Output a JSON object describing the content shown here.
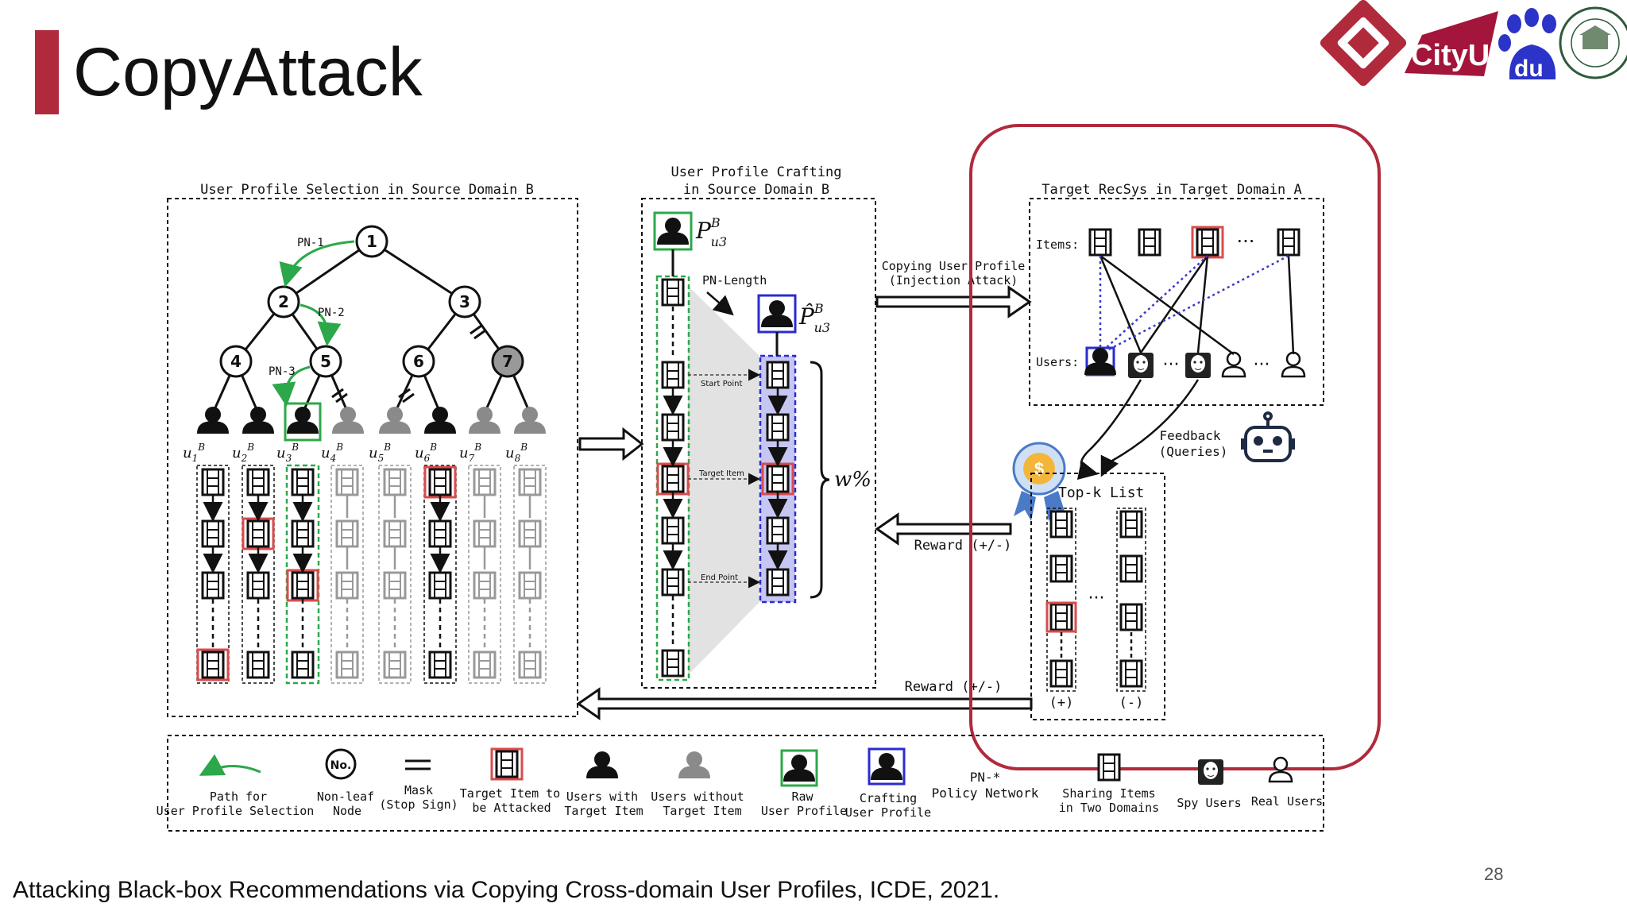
{
  "slide": {
    "title": "CopyAttack",
    "page_number": "28",
    "footer": "Attacking Black-box Recommendations via Copying Cross-domain User Profiles, ICDE, 2021."
  },
  "logos": [
    {
      "name": "polyu-logo",
      "color": "#b02a3c"
    },
    {
      "name": "cityu-logo",
      "text": "CityU",
      "color": "#a3153a"
    },
    {
      "name": "baidu-logo",
      "text": "du",
      "color": "#2b33c8"
    },
    {
      "name": "michigan-state-seal"
    }
  ],
  "colors": {
    "accent": "#b02a3c",
    "green": "#2ca84a",
    "blue": "#2b2bd0",
    "red": "#d94c4c",
    "gray": "#8a8a8a"
  },
  "panels": {
    "selection": {
      "title": "User Profile Selection in Source Domain B",
      "nodes": [
        "1",
        "2",
        "3",
        "4",
        "5",
        "6",
        "7"
      ],
      "pn_labels": [
        "PN-1",
        "PN-2",
        "PN-3"
      ],
      "users": [
        "u",
        "u",
        "u",
        "u",
        "u",
        "u",
        "u",
        "u"
      ],
      "user_subs": [
        "1",
        "2",
        "3",
        "4",
        "5",
        "6",
        "7",
        "8"
      ],
      "user_sup": "B"
    },
    "crafting": {
      "title_line1": "User Profile Crafting",
      "title_line2": "in Source Domain B",
      "raw_profile": "P",
      "crafted_profile": "P̂",
      "profile_sup": "B",
      "profile_sub": "u3",
      "pn_length": "PN-Length",
      "start_point": "Start Point",
      "target_item": "Target Item",
      "end_point": "End Point",
      "ratio": "w%"
    },
    "target": {
      "title": "Target RecSys in Target Domain A",
      "items_label": "Items:",
      "users_label": "Users:",
      "ellipsis": "···"
    },
    "copy_arrow": {
      "line1": "Copying User Profile",
      "line2": "(Injection Attack)"
    },
    "feedback": {
      "line1": "Feedback",
      "line2": "(Queries)"
    },
    "topk": {
      "title": "Top-k List",
      "pos": "(+)",
      "neg": "(-)"
    },
    "reward_mid": "Reward (+/-)",
    "reward_bottom": "Reward (+/-)"
  },
  "legend": [
    {
      "line1": "Path for",
      "line2": "User Profile Selection"
    },
    {
      "symbol": "No.",
      "line1": "Non-leaf",
      "line2": "Node"
    },
    {
      "line1": "Mask",
      "line2": "(Stop Sign)"
    },
    {
      "line1": "Target Item to",
      "line2": "be Attacked"
    },
    {
      "line1": "Users with",
      "line2": "Target Item"
    },
    {
      "line1": "Users without",
      "line2": "Target Item"
    },
    {
      "line1": "Raw",
      "line2": "User Profile"
    },
    {
      "line1": "Crafting",
      "line2": "User Profile"
    },
    {
      "line1": "PN-*",
      "line2": "Policy Network"
    },
    {
      "line1": "Sharing Items",
      "line2": "in Two Domains"
    },
    {
      "line1": "Spy Users",
      "line2": ""
    },
    {
      "line1": "Real Users",
      "line2": ""
    }
  ]
}
